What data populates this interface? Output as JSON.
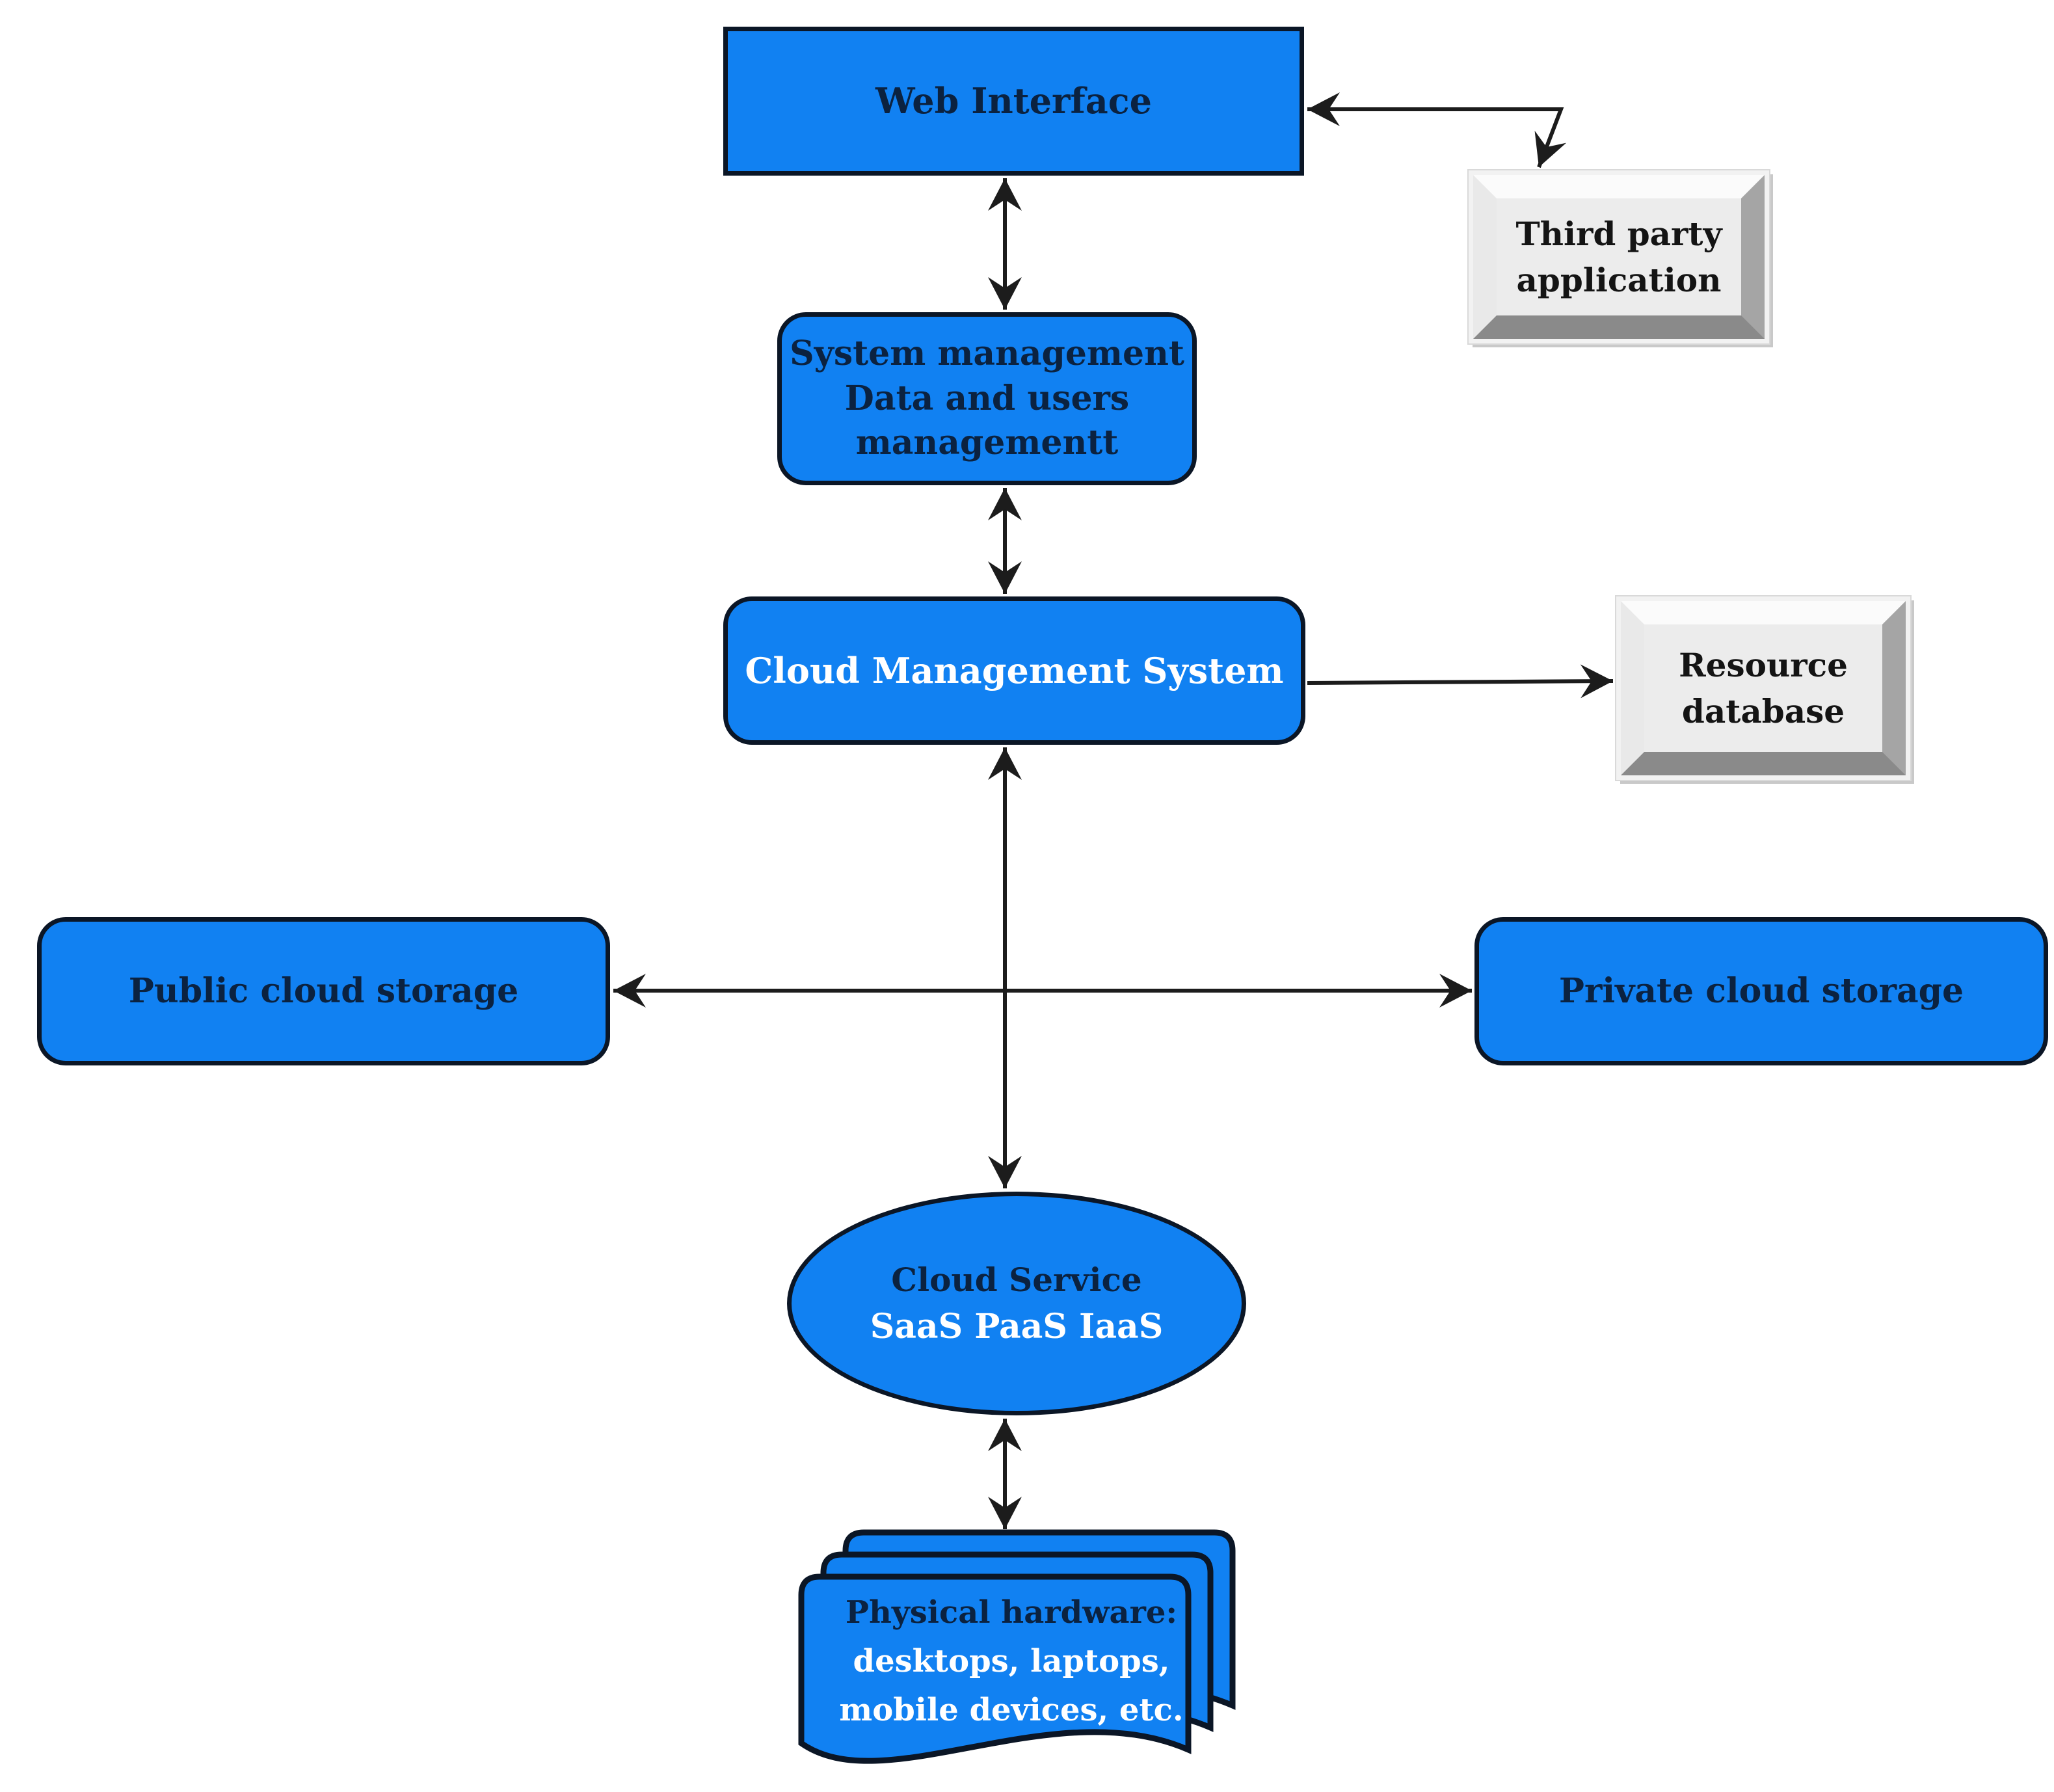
{
  "diagram": {
    "description": "Cloud computing architecture flowchart",
    "colors": {
      "node_fill_blue": "#1181f2",
      "node_border": "#0b1626",
      "text_dark_navy": "#0b2240",
      "text_white": "#ffffff",
      "bevel_face_gray": "#ececec",
      "bevel_highlight": "#fbfbfb",
      "bevel_shadow": "#8a8a8a",
      "connector_black": "#1c1c1c",
      "background": "#ffffff"
    },
    "nodes": {
      "web_interface": {
        "label": "Web Interface"
      },
      "third_party_application": {
        "lines": [
          "Third party",
          "application"
        ]
      },
      "system_management": {
        "lines": [
          "System management",
          "Data and users",
          "managementt"
        ]
      },
      "cloud_management_system": {
        "label": "Cloud Management System"
      },
      "resource_database": {
        "lines": [
          "Resource",
          "database"
        ]
      },
      "public_cloud_storage": {
        "label": "Public cloud storage"
      },
      "private_cloud_storage": {
        "label": "Private cloud storage"
      },
      "cloud_service": {
        "lines": [
          "Cloud Service",
          "SaaS PaaS IaaS"
        ]
      },
      "physical_hardware": {
        "lines": [
          "Physical hardware:",
          "desktops, laptops,",
          "mobile devices, etc."
        ]
      }
    },
    "edges": [
      {
        "from": "web_interface",
        "to": "third_party_application",
        "bidirectional": true,
        "shape": "bent"
      },
      {
        "from": "web_interface",
        "to": "system_management",
        "bidirectional": true
      },
      {
        "from": "system_management",
        "to": "cloud_management_system",
        "bidirectional": true
      },
      {
        "from": "cloud_management_system",
        "to": "resource_database",
        "bidirectional": false
      },
      {
        "from": "cloud_management_system",
        "to": "cloud_service",
        "bidirectional": true
      },
      {
        "from": "public_cloud_storage",
        "to": "private_cloud_storage",
        "bidirectional": true
      },
      {
        "from": "cloud_service",
        "to": "physical_hardware",
        "bidirectional": true
      }
    ]
  }
}
